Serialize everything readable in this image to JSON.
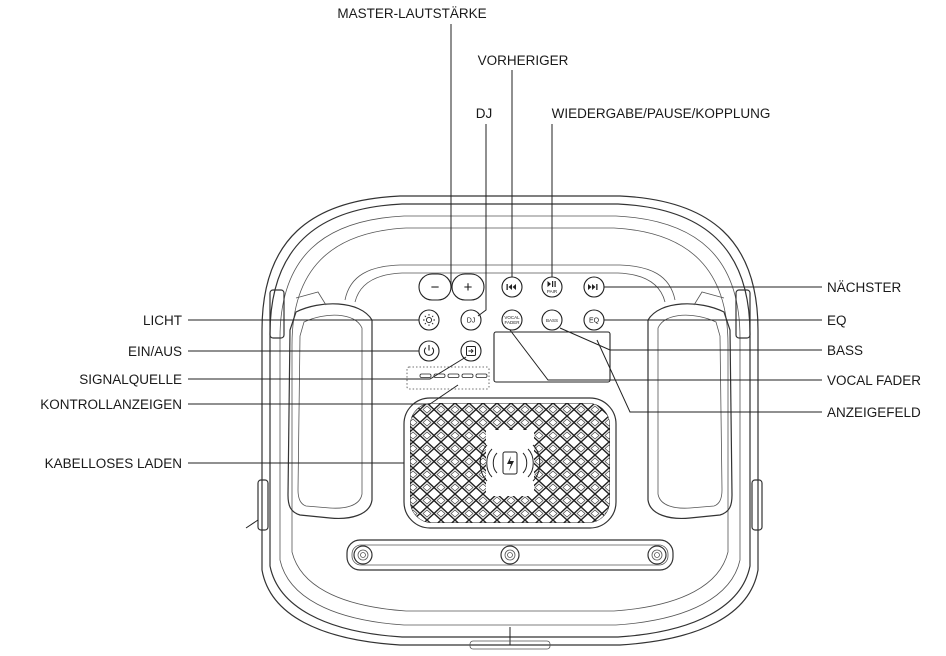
{
  "labels": {
    "master_volume": "MASTER-LAUTSTÄRKE",
    "previous": "VORHERIGER",
    "dj": "DJ",
    "play_pause_pair": "WIEDERGABE/PAUSE/KOPPLUNG",
    "next": "NÄCHSTER",
    "light": "LICHT",
    "eq": "EQ",
    "power": "EIN/AUS",
    "bass": "BASS",
    "source": "SIGNALQUELLE",
    "vocal_fader": "VOCAL FADER",
    "indicators": "KONTROLLANZEIGEN",
    "display": "ANZEIGEFELD",
    "wireless_charging": "KABELLOSES LADEN"
  },
  "buttons": {
    "minus": "−",
    "plus": "+",
    "dj": "DJ",
    "vocal_line1": "VOCAL",
    "vocal_line2": "FADER",
    "bass": "BASS",
    "eq": "EQ",
    "pair": "PAIR"
  },
  "icons": [
    "minus-icon",
    "plus-icon",
    "previous-track-icon",
    "play-pause-icon",
    "next-track-icon",
    "sun-icon",
    "power-icon",
    "input-source-icon",
    "wireless-charging-icon",
    "screw-icon"
  ]
}
